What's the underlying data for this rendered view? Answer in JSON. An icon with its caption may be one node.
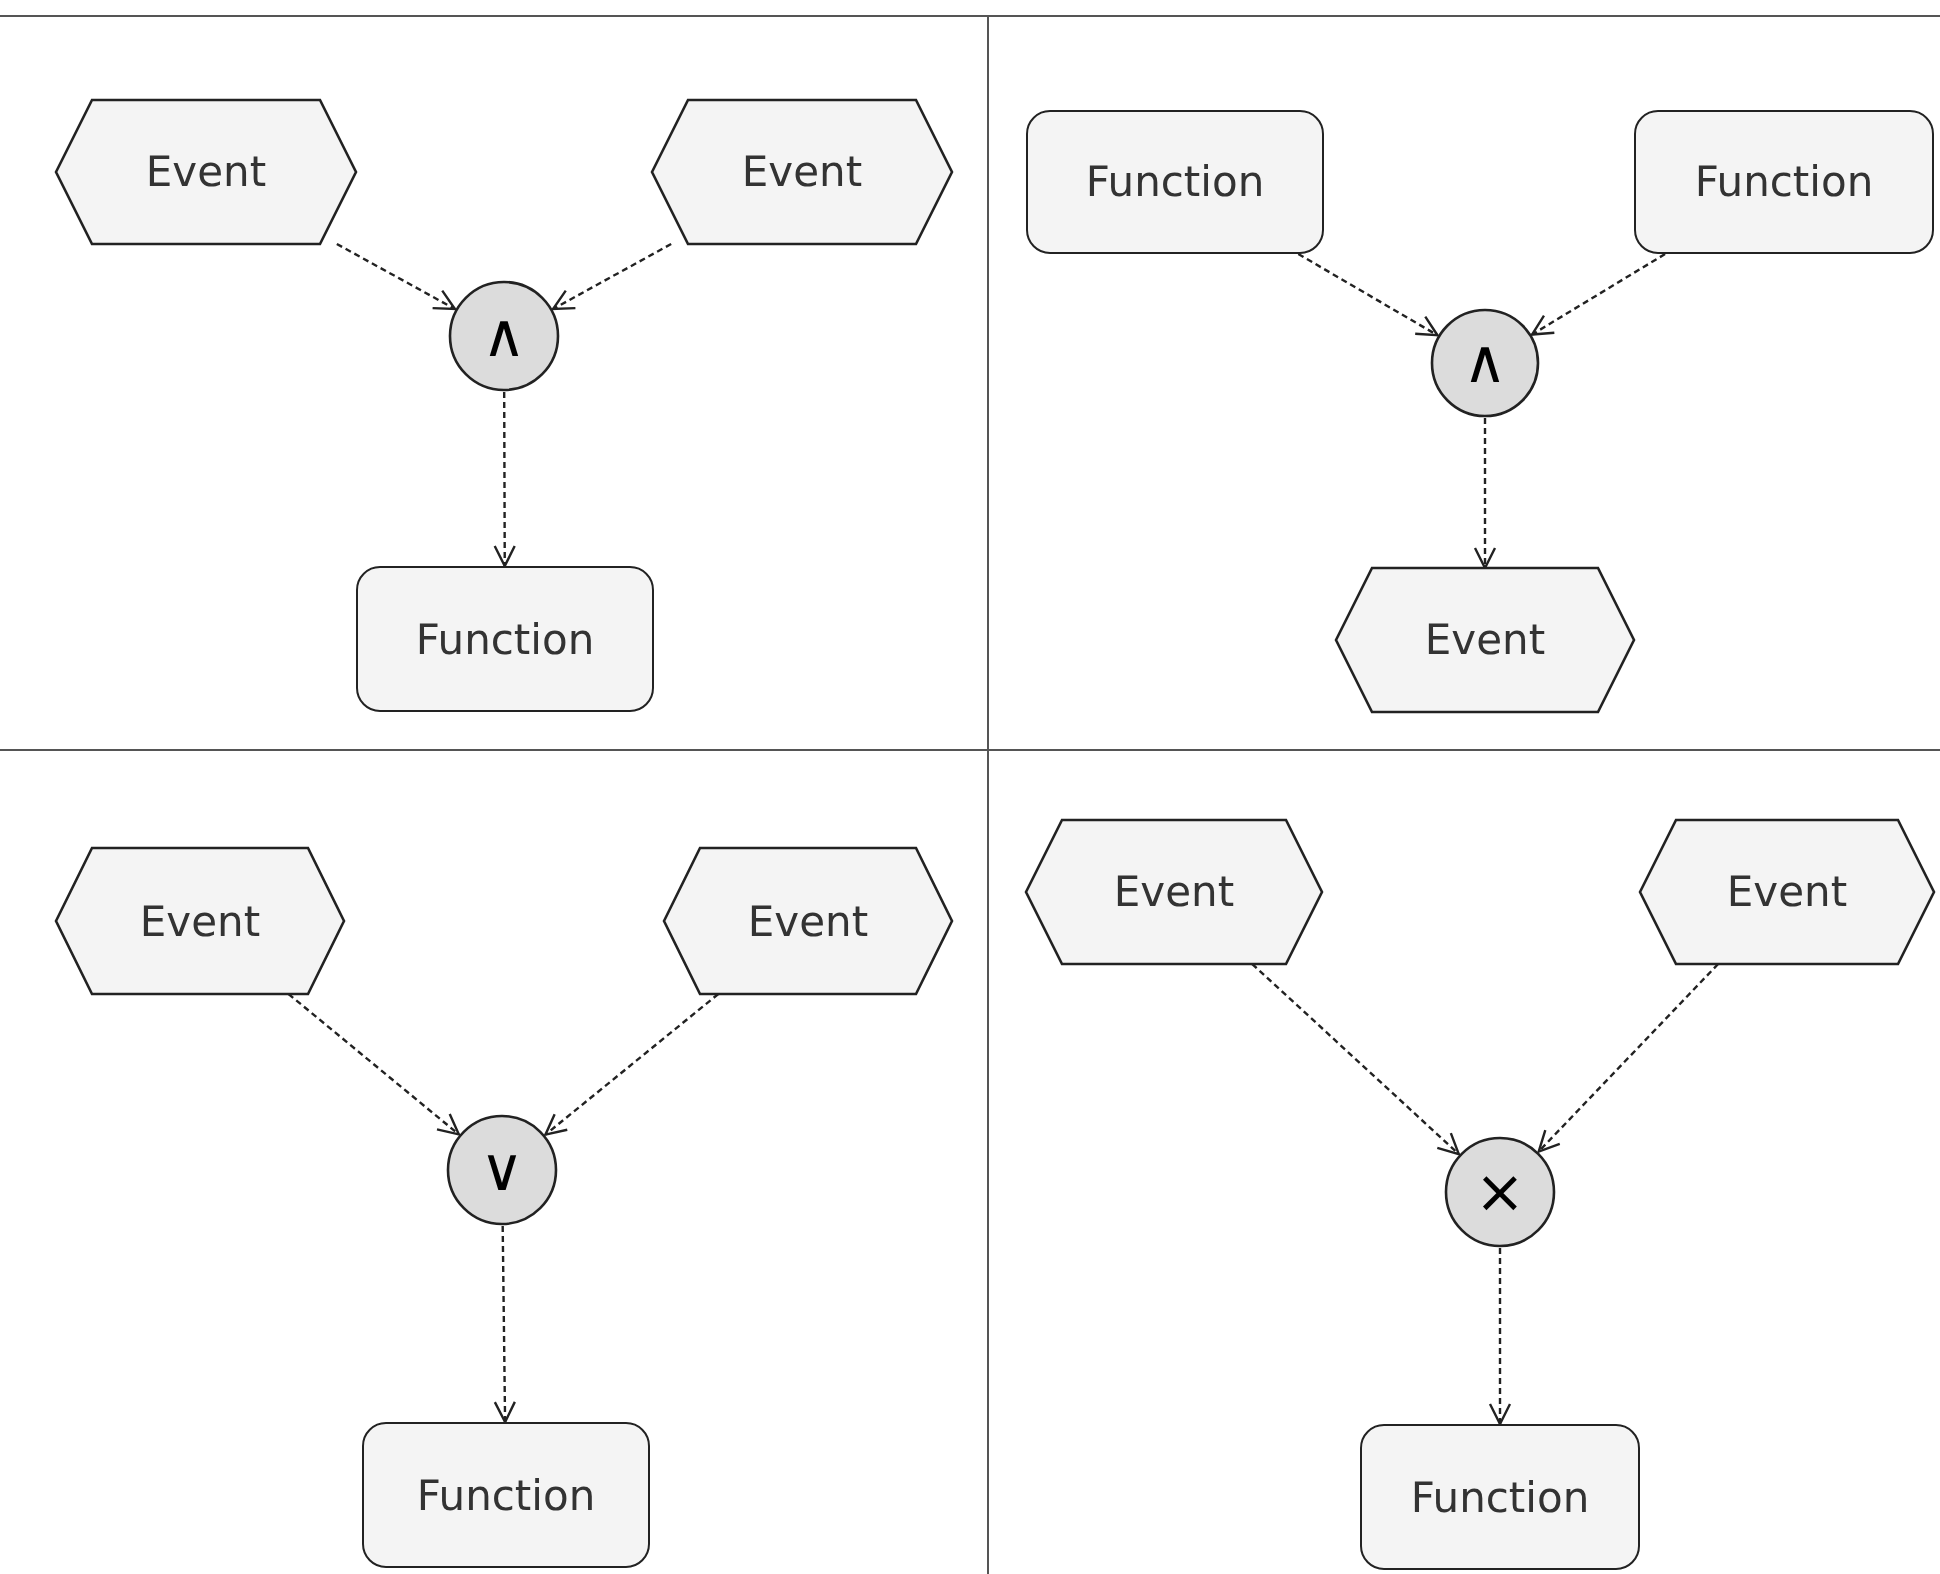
{
  "diagram": {
    "nodes": [
      {
        "text": [
          "Event"
        ]
      },
      {
        "text": [
          "Event"
        ]
      },
      {
        "text": [
          "∧"
        ]
      },
      {
        "text": [
          "Function"
        ]
      },
      {
        "text": [
          "Function"
        ]
      },
      {
        "text": [
          "Function"
        ]
      },
      {
        "text": [
          "∧"
        ]
      },
      {
        "text": [
          "Event"
        ]
      },
      {
        "text": [
          "Event"
        ]
      },
      {
        "text": [
          "Event"
        ]
      },
      {
        "text": [
          "∨"
        ]
      },
      {
        "text": [
          "Function"
        ]
      },
      {
        "text": [
          "Event"
        ]
      },
      {
        "text": [
          "Event"
        ]
      },
      {
        "text": [
          "×"
        ]
      },
      {
        "text": [
          "Function"
        ]
      }
    ],
    "edges": [
      {
        "from": 0,
        "to": 2,
        "arrow": "to",
        "style": "dashed"
      },
      {
        "from": 1,
        "to": 2,
        "arrow": "to",
        "style": "dashed"
      },
      {
        "from": 2,
        "to": 3,
        "arrow": "to",
        "style": "dashed"
      },
      {
        "from": 4,
        "to": 6,
        "arrow": "to",
        "style": "dashed"
      },
      {
        "from": 5,
        "to": 6,
        "arrow": "to",
        "style": "dashed"
      },
      {
        "from": 6,
        "to": 7,
        "arrow": "to",
        "style": "dashed"
      },
      {
        "from": 8,
        "to": 10,
        "arrow": "to",
        "style": "dashed"
      },
      {
        "from": 9,
        "to": 10,
        "arrow": "to",
        "style": "dashed"
      },
      {
        "from": 10,
        "to": 11,
        "arrow": "to",
        "style": "dashed"
      },
      {
        "from": 12,
        "to": 14,
        "arrow": "to",
        "style": "dashed"
      },
      {
        "from": 13,
        "to": 14,
        "arrow": "to",
        "style": "dashed"
      },
      {
        "from": 14,
        "to": 15,
        "arrow": "to",
        "style": "dashed"
      }
    ]
  }
}
